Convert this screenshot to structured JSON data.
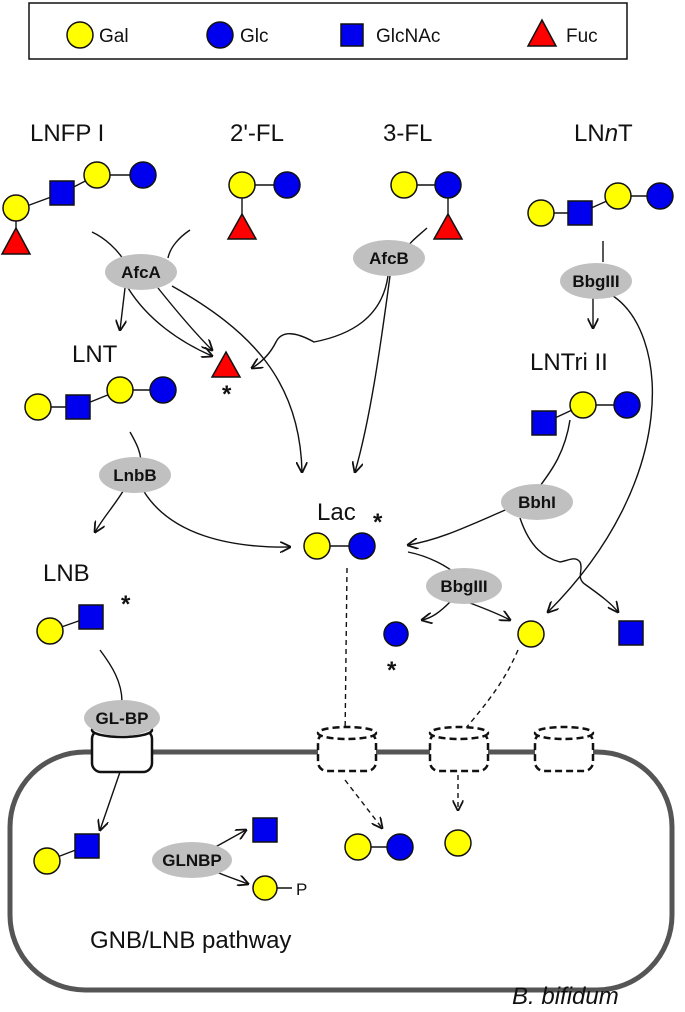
{
  "legend": {
    "gal": "Gal",
    "glc": "Glc",
    "glcnac": "GlcNAc",
    "fuc": "Fuc"
  },
  "colors": {
    "gal": "#ffff00",
    "glc": "#0000ee",
    "glcnac": "#0000ee",
    "fuc": "#ff0000",
    "enzyme": "#c0c0c0",
    "membrane": "#555555"
  },
  "substrates": {
    "lnfp1": "LNFP I",
    "fl2": "2'-FL",
    "fl3": "3-FL",
    "lnnt_pre": "LN",
    "lnnt_n": "n",
    "lnnt_post": "T",
    "lnt": "LNT",
    "lntri2": "LNTri II",
    "lac": "Lac",
    "lnb": "LNB"
  },
  "enzymes": {
    "afca": "AfcA",
    "afcb": "AfcB",
    "bbglll_top": "BbgIII",
    "lnbb": "LnbB",
    "bbhi": "BbhI",
    "bbglll_mid": "BbgIII",
    "glbp": "GL-BP",
    "glnbp": "GLNBP"
  },
  "marks": {
    "star": "*",
    "phosphate": "P"
  },
  "cell": {
    "pathway_label": "GNB/LNB pathway",
    "organism": "B. bifidum"
  }
}
